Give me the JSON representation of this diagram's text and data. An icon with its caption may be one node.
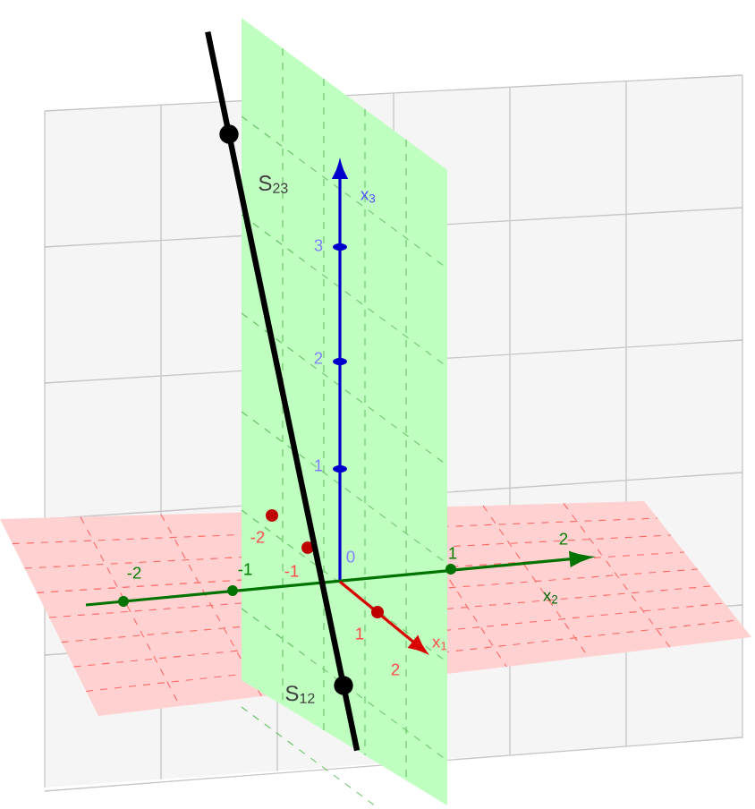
{
  "diagram": {
    "nodes": [
      {
        "text": [],
        "shape": "circle",
        "beside": [
          "S$_{23}$"
        ]
      },
      {
        "text": [],
        "shape": "circle",
        "beside": [
          "S$_{12}$"
        ]
      }
    ],
    "edges": [
      {
        "from": 0,
        "to": 1,
        "arrow": "none"
      }
    ],
    "labels": [
      "x$_{3}$",
      "3",
      "2",
      "1",
      "x$_{2}$",
      "-2",
      "-1",
      "1",
      "2",
      "x$_{1}$",
      "-2",
      "-1",
      "1",
      "2",
      "0"
    ]
  }
}
